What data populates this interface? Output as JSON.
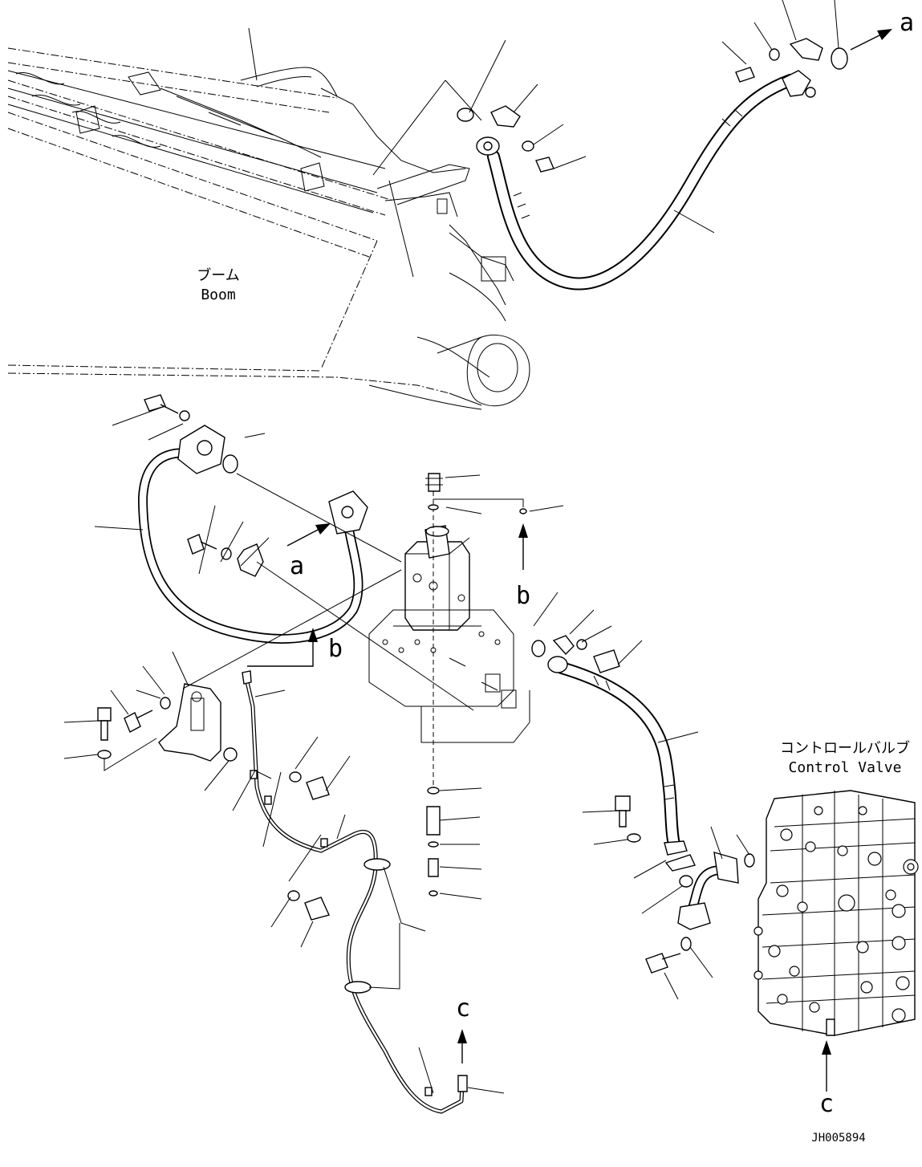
{
  "labels": {
    "boom_jp": "ブーム",
    "boom_en": "Boom",
    "control_valve_jp": "コントロールバルブ",
    "control_valve_en": "Control Valve",
    "ref_a_top": "a",
    "ref_a_mid": "a",
    "ref_b_right": "b",
    "ref_b_left": "b",
    "ref_c_left": "c",
    "ref_c_right": "c",
    "drawing_id": "JH005894"
  },
  "colors": {
    "line": "#000000",
    "background": "#ffffff"
  }
}
